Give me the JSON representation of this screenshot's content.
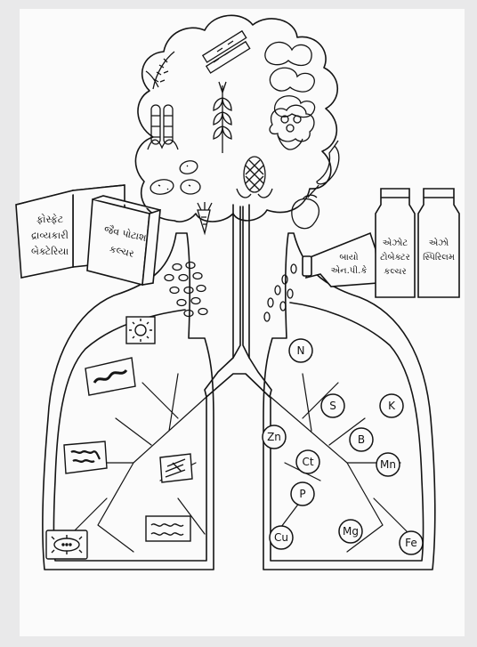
{
  "boxes": {
    "phosphate": [
      "ફોસ્ફેટ",
      "દ્રાવ્યકારી",
      "બેક્ટેરિયા"
    ],
    "potash": [
      "જૈવ પોટાશ",
      "કલ્ચર"
    ]
  },
  "bottles": {
    "npk": [
      "બાયો",
      "એન.પી.કે"
    ],
    "azotobacter": [
      "એઝોટ",
      "ટોબેક્ટર",
      "કલ્ચર"
    ],
    "azospirillum": [
      "એઝો",
      "સ્પિરિલમ"
    ]
  },
  "nutrients": [
    "N",
    "S",
    "K",
    "B",
    "Zn",
    "Ct",
    "Mn",
    "P",
    "Mg",
    "Cu",
    "Fe"
  ],
  "icons": {
    "crops": [
      "rice-icon",
      "sugarcane-icon",
      "peanut-icon",
      "corn-icon",
      "wheat-icon",
      "cauliflower-icon",
      "potato-icon",
      "chili-icon",
      "maize-icon",
      "carrot-icon",
      "brinjal-icon"
    ],
    "microbes": [
      "virus-icon",
      "worm-bacteria-icon",
      "chain-bacteria-icon",
      "rod-bacteria-icon",
      "bacillus-icon",
      "spirillum-icon"
    ]
  },
  "colors": {
    "ink": "#141414",
    "paper": "#fbfbfb",
    "background": "#e9e9ea"
  }
}
